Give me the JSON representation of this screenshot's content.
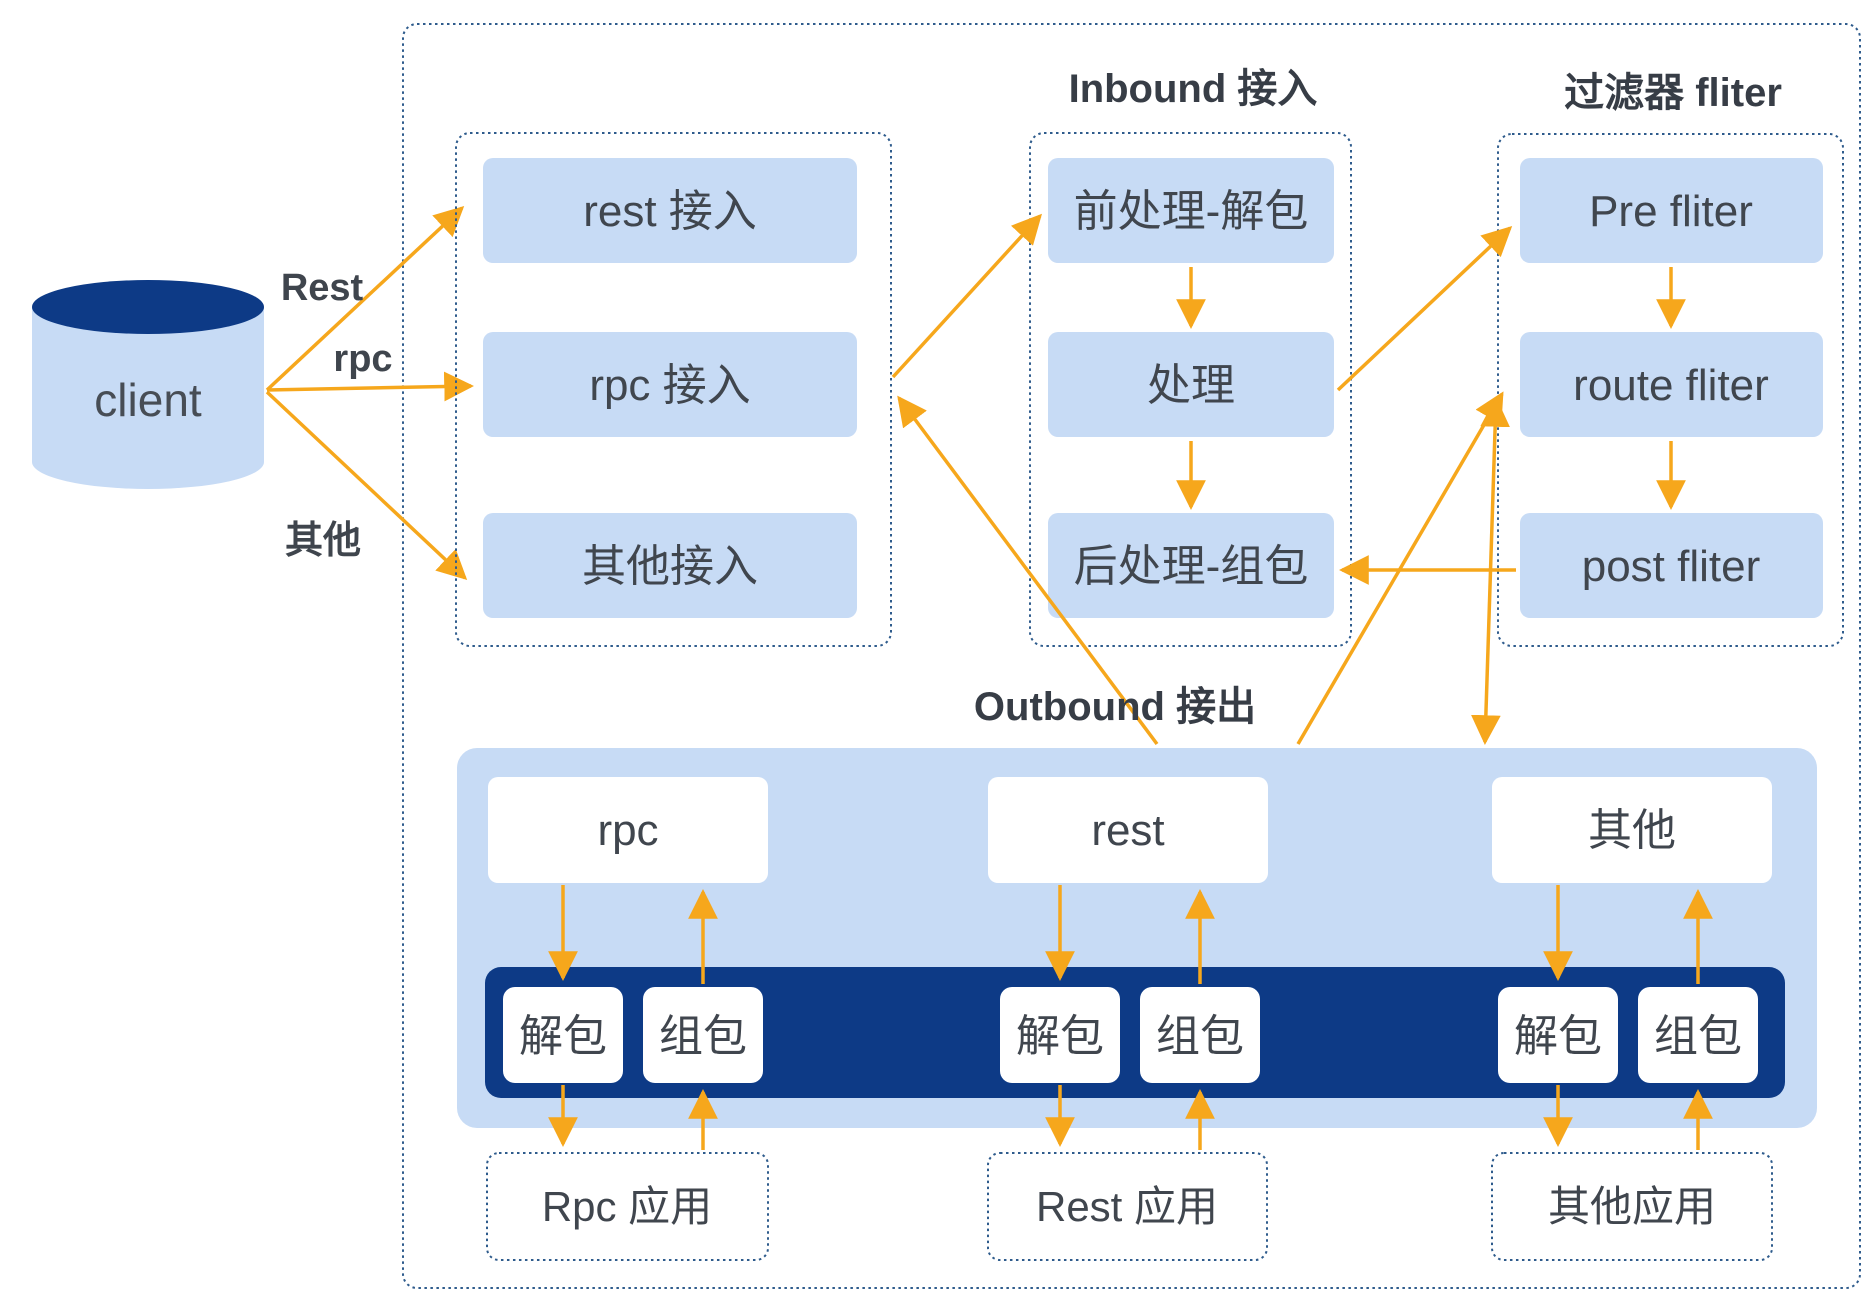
{
  "diagram": {
    "client": {
      "label": "client"
    },
    "edge_labels": {
      "rest": "Rest",
      "rpc": "rpc",
      "other": "其他"
    },
    "access_group": {
      "boxes": [
        "rest 接入",
        "rpc 接入",
        "其他接入"
      ]
    },
    "inbound": {
      "title": "Inbound 接入",
      "boxes": [
        "前处理-解包",
        "处理",
        "后处理-组包"
      ]
    },
    "filter": {
      "title": "过滤器 fliter",
      "boxes": [
        "Pre fliter",
        "route fliter",
        "post fliter"
      ]
    },
    "outbound": {
      "title": "Outbound 接出",
      "protocols": [
        {
          "name": "rpc",
          "unpack": "解包",
          "pack": "组包",
          "app": "Rpc 应用"
        },
        {
          "name": "rest",
          "unpack": "解包",
          "pack": "组包",
          "app": "Rest 应用"
        },
        {
          "name": "其他",
          "unpack": "解包",
          "pack": "组包",
          "app": "其他应用"
        }
      ]
    },
    "colors": {
      "accent_orange": "#F6A71C",
      "light_blue": "#C7DBF5",
      "navy": "#0D3A86",
      "dashed_border": "#2E5B8C",
      "text": "#40464E"
    }
  }
}
